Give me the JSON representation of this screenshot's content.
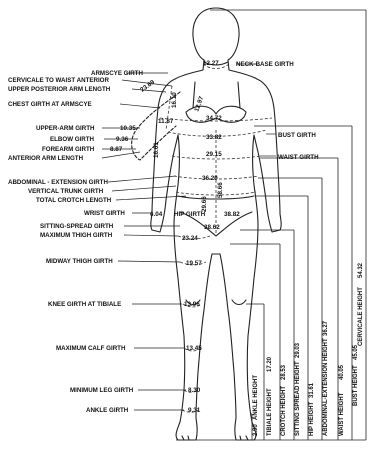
{
  "labels": {
    "neck_base_girth": "NECK-BASE GIRTH",
    "armscye_girth": "ARMSCYE GIRTH",
    "cervicale_to_waist_anterior": "CERVICALE TO WAIST ANTERIOR",
    "upper_posterior_arm_length": "UPPER POSTERIOR ARM LENGTH",
    "chest_girth_at_armscye": "CHEST GIRTH AT ARMSCYE",
    "upper_arm_girth": "UPPER-ARM GIRTH",
    "elbow_girth": "ELBOW GIRTH",
    "forearm_girth": "FOREARM GIRTH",
    "anterior_arm_length": "ANTERIOR ARM LENGTH",
    "bust_girth": "BUST GIRTH",
    "waist_girth": "WAIST GIRTH",
    "abdominal_extension_girth": "ABDOMINAL - EXTENSION GIRTH",
    "vertical_trunk_girth": "VERTICAL TRUNK GIRTH",
    "total_crotch_length": "TOTAL CROTCH LENGTH",
    "wrist_girth": "WRIST GIRTH",
    "hip_girth": "HIP GIRTH",
    "sitting_spread_girth": "SITTING-SPREAD GIRTH",
    "maximum_thigh_girth": "MAXIMUM THIGH GIRTH",
    "midway_thigh_girth": "MIDWAY THIGH GIRTH",
    "knee_girth_at_tibiale": "KNEE GIRTH AT TIBIALE",
    "maximum_calf_girth": "MAXIMUM CALF GIRTH",
    "minimum_leg_girth": "MINIMUM LEG GIRTH",
    "ankle_girth": "ANKLE GIRTH",
    "ankle_height": "ANKLE HEIGHT",
    "tibiale_height": "TIBIALE HEIGHT",
    "crotch_height": "CROTCH HEIGHT",
    "sitting_spread_height": "SITTING SPREAD HEIGHT",
    "hip_height": "HIP HEIGHT",
    "abdominal_extension_height": "ABDOMINAL-EXTENSION HEIGHT",
    "waist_height": "WAIST HEIGHT",
    "bust_height": "BUST HEIGHT",
    "cervicale_height": "CERVICALE HEIGHT"
  },
  "values": {
    "neck_base_girth": "12.27",
    "cervicale_to_waist_anterior": "23.69",
    "armscye_girth": "16.10",
    "upper_posterior_arm_length": "12.97",
    "chest_girth_at_armscye": "11.87",
    "bust_girth_top": "34.72",
    "bust_girth": "33.82",
    "upper_arm_girth": "10.35",
    "elbow_girth": "9.36",
    "forearm_girth": "8.87",
    "anterior_arm_length": "16.61",
    "waist_girth": "29.15",
    "abdominal_extension_girth": "36.20",
    "vertical_trunk_girth": "58.66",
    "total_crotch_length": "29.66",
    "wrist_girth": "6.04",
    "hip_girth": "38.82",
    "sitting_spread_girth": "38.62",
    "maximum_thigh_girth": "23.24",
    "midway_thigh_girth": "19.57",
    "knee_girth_at_tibiale": "13.96",
    "maximum_calf_girth": "13.45",
    "minimum_leg_girth": "8.30",
    "ankle_girth": "9.31",
    "ankle_height": "2.90",
    "tibiale_height": "17.20",
    "crotch_height": "28.53",
    "sitting_spread_height": "29.03",
    "hip_height": "31.61",
    "abdominal_extension_height": "36.27",
    "waist_height": "40.05",
    "bust_height": "45.05",
    "cervicale_height": "54.32"
  }
}
